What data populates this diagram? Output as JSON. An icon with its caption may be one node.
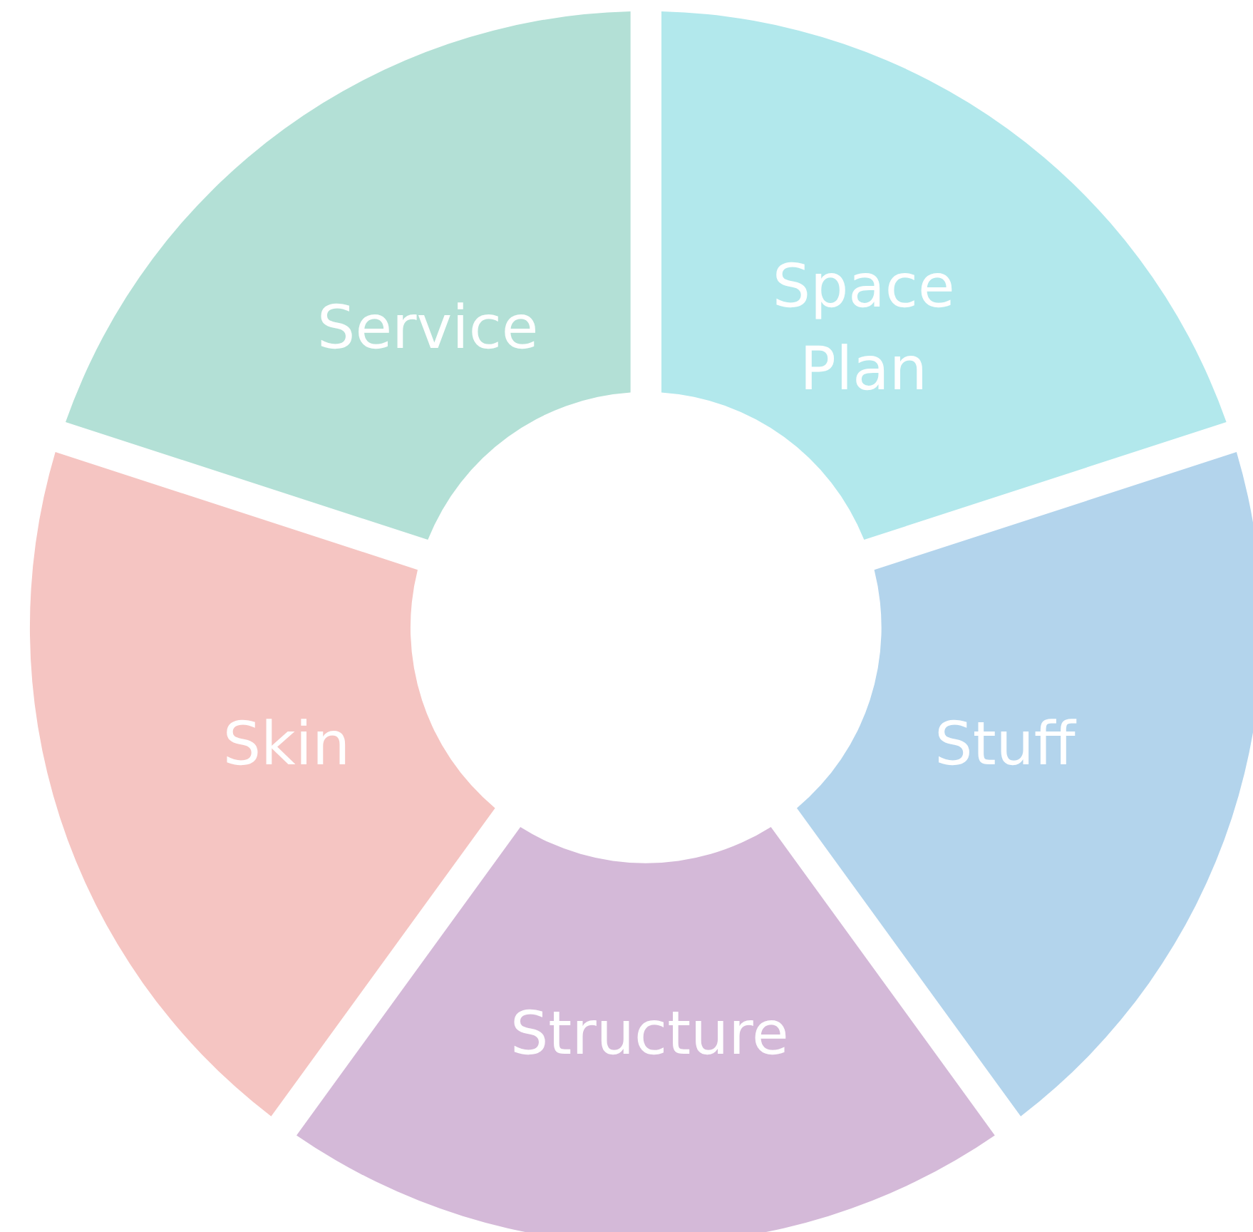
{
  "diagram": {
    "nodes": [
      {
        "text": [
          "Space Plan"
        ]
      },
      {
        "text": [
          "Stuff"
        ]
      },
      {
        "text": [
          "Structure"
        ]
      },
      {
        "text": [
          "Skin"
        ]
      },
      {
        "text": [
          "Service"
        ]
      }
    ]
  }
}
